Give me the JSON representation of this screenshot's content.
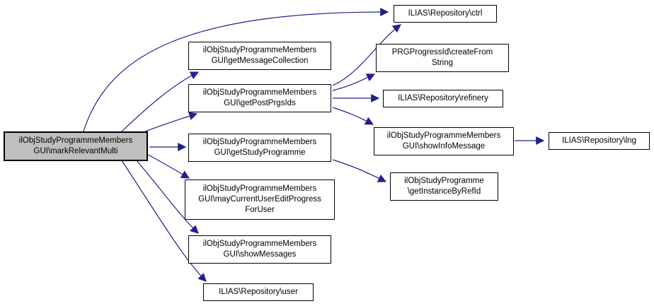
{
  "diagram": {
    "type": "call-graph",
    "colors": {
      "edge": "#20208d",
      "node_bg": "#ffffff",
      "node_border": "#000000",
      "highlight_bg": "#bfbfbf"
    },
    "nodes": {
      "markRelevantMulti": {
        "label": "ilObjStudyProgrammeMembers\nGUI\\markRelevantMulti",
        "highlighted": true
      },
      "ctrl": {
        "label": "ILIAS\\Repository\\ctrl",
        "highlighted": false
      },
      "getMessageCollection": {
        "label": "ilObjStudyProgrammeMembers\nGUI\\getMessageCollection",
        "highlighted": false
      },
      "getPostPrgsIds": {
        "label": "ilObjStudyProgrammeMembers\nGUI\\getPostPrgsIds",
        "highlighted": false
      },
      "getStudyProgramme": {
        "label": "ilObjStudyProgrammeMembers\nGUI\\getStudyProgramme",
        "highlighted": false
      },
      "mayCurrentUserEditProgressForUser": {
        "label": "ilObjStudyProgrammeMembers\nGUI\\mayCurrentUserEditProgress\nForUser",
        "highlighted": false
      },
      "showMessages": {
        "label": "ilObjStudyProgrammeMembers\nGUI\\showMessages",
        "highlighted": false
      },
      "user": {
        "label": "ILIAS\\Repository\\user",
        "highlighted": false
      },
      "createFromString": {
        "label": "PRGProgressId\\createFrom\nString",
        "highlighted": false
      },
      "refinery": {
        "label": "ILIAS\\Repository\\refinery",
        "highlighted": false
      },
      "showInfoMessage": {
        "label": "ilObjStudyProgrammeMembers\nGUI\\showInfoMessage",
        "highlighted": false
      },
      "getInstanceByRefId": {
        "label": "ilObjStudyProgramme\n\\getInstanceByRefId",
        "highlighted": false
      },
      "lng": {
        "label": "ILIAS\\Repository\\lng",
        "highlighted": false
      }
    },
    "edges": [
      {
        "from": "markRelevantMulti",
        "to": "ctrl"
      },
      {
        "from": "markRelevantMulti",
        "to": "getMessageCollection"
      },
      {
        "from": "markRelevantMulti",
        "to": "getPostPrgsIds"
      },
      {
        "from": "markRelevantMulti",
        "to": "getStudyProgramme"
      },
      {
        "from": "markRelevantMulti",
        "to": "mayCurrentUserEditProgressForUser"
      },
      {
        "from": "markRelevantMulti",
        "to": "showMessages"
      },
      {
        "from": "markRelevantMulti",
        "to": "user"
      },
      {
        "from": "getPostPrgsIds",
        "to": "ctrl"
      },
      {
        "from": "getPostPrgsIds",
        "to": "createFromString"
      },
      {
        "from": "getPostPrgsIds",
        "to": "refinery"
      },
      {
        "from": "getPostPrgsIds",
        "to": "showInfoMessage"
      },
      {
        "from": "getStudyProgramme",
        "to": "getInstanceByRefId"
      },
      {
        "from": "showInfoMessage",
        "to": "lng"
      }
    ]
  }
}
